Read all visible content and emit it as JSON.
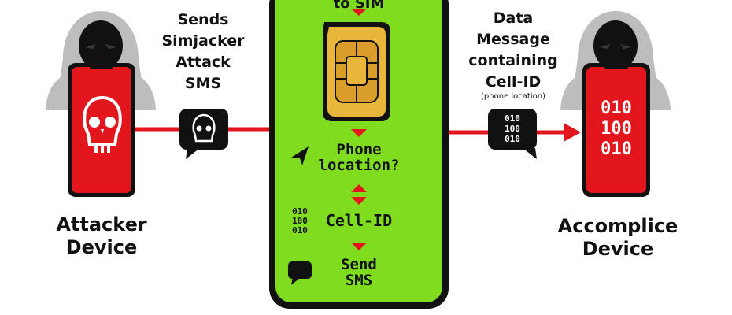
{
  "left": {
    "caption": [
      "Sends",
      "Simjacker",
      "Attack",
      "SMS"
    ],
    "device_label": [
      "Attacker",
      "Device"
    ]
  },
  "right": {
    "caption": [
      "Data",
      "Message",
      "containing",
      "Cell-ID"
    ],
    "caption_note": "(phone location)",
    "device_label": [
      "Accomplice",
      "Device"
    ],
    "bubble_binary": [
      "010",
      "100",
      "010"
    ],
    "screen_binary": [
      "010",
      "100",
      "010"
    ]
  },
  "phone": {
    "top_text": "to SIM",
    "location_question": [
      "Phone",
      "location?"
    ],
    "cell_id": "Cell-ID",
    "cell_binary": [
      "010",
      "100",
      "010"
    ],
    "send_sms": [
      "Send",
      "SMS"
    ]
  },
  "colors": {
    "red": "#e3161d",
    "dark_red": "#b30d12",
    "green": "#7fdc1f",
    "black": "#111111",
    "grey": "#bdbdbd",
    "sim_gold": "#e9b63c"
  },
  "icons": [
    "hacker-silhouette-icon",
    "skull-icon",
    "sim-card-icon",
    "navigation-arrow-icon",
    "speech-bubble-icon"
  ]
}
